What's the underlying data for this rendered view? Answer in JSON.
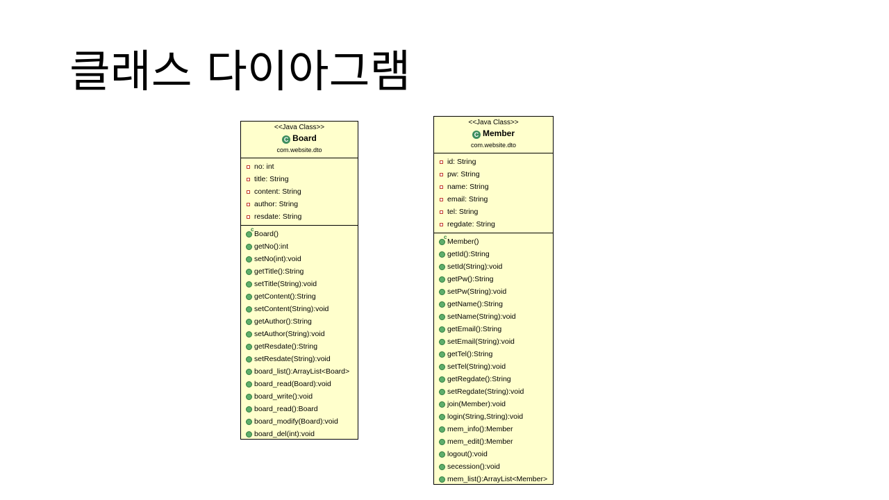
{
  "slide": {
    "title": "클래스 다이아그램"
  },
  "classes": {
    "board": {
      "stereotype": "<<Java Class>>",
      "name": "Board",
      "package": "com.website.dto",
      "fields": [
        "no: int",
        "title: String",
        "content: String",
        "author: String",
        "resdate: String"
      ],
      "constructor": "Board()",
      "methods": [
        "getNo():int",
        "setNo(int):void",
        "getTitle():String",
        "setTitle(String):void",
        "getContent():String",
        "setContent(String):void",
        "getAuthor():String",
        "setAuthor(String):void",
        "getResdate():String",
        "setResdate(String):void",
        "board_list():ArrayList<Board>",
        "board_read(Board):void",
        "board_write():void",
        "board_read():Board",
        "board_modify(Board):void",
        "board_del(int):void"
      ]
    },
    "member": {
      "stereotype": "<<Java Class>>",
      "name": "Member",
      "package": "com.website.dto",
      "fields": [
        "id: String",
        "pw: String",
        "name: String",
        "email: String",
        "tel: String",
        "regdate: String"
      ],
      "constructor": "Member()",
      "methods": [
        "getId():String",
        "setId(String):void",
        "getPw():String",
        "setPw(String):void",
        "getName():String",
        "setName(String):void",
        "getEmail():String",
        "setEmail(String):void",
        "getTel():String",
        "setTel(String):void",
        "getRegdate():String",
        "setRegdate(String):void",
        "join(Member):void",
        "login(String,String):void",
        "mem_info():Member",
        "mem_edit():Member",
        "logout():void",
        "secession():void",
        "mem_list():ArrayList<Member>"
      ]
    }
  }
}
